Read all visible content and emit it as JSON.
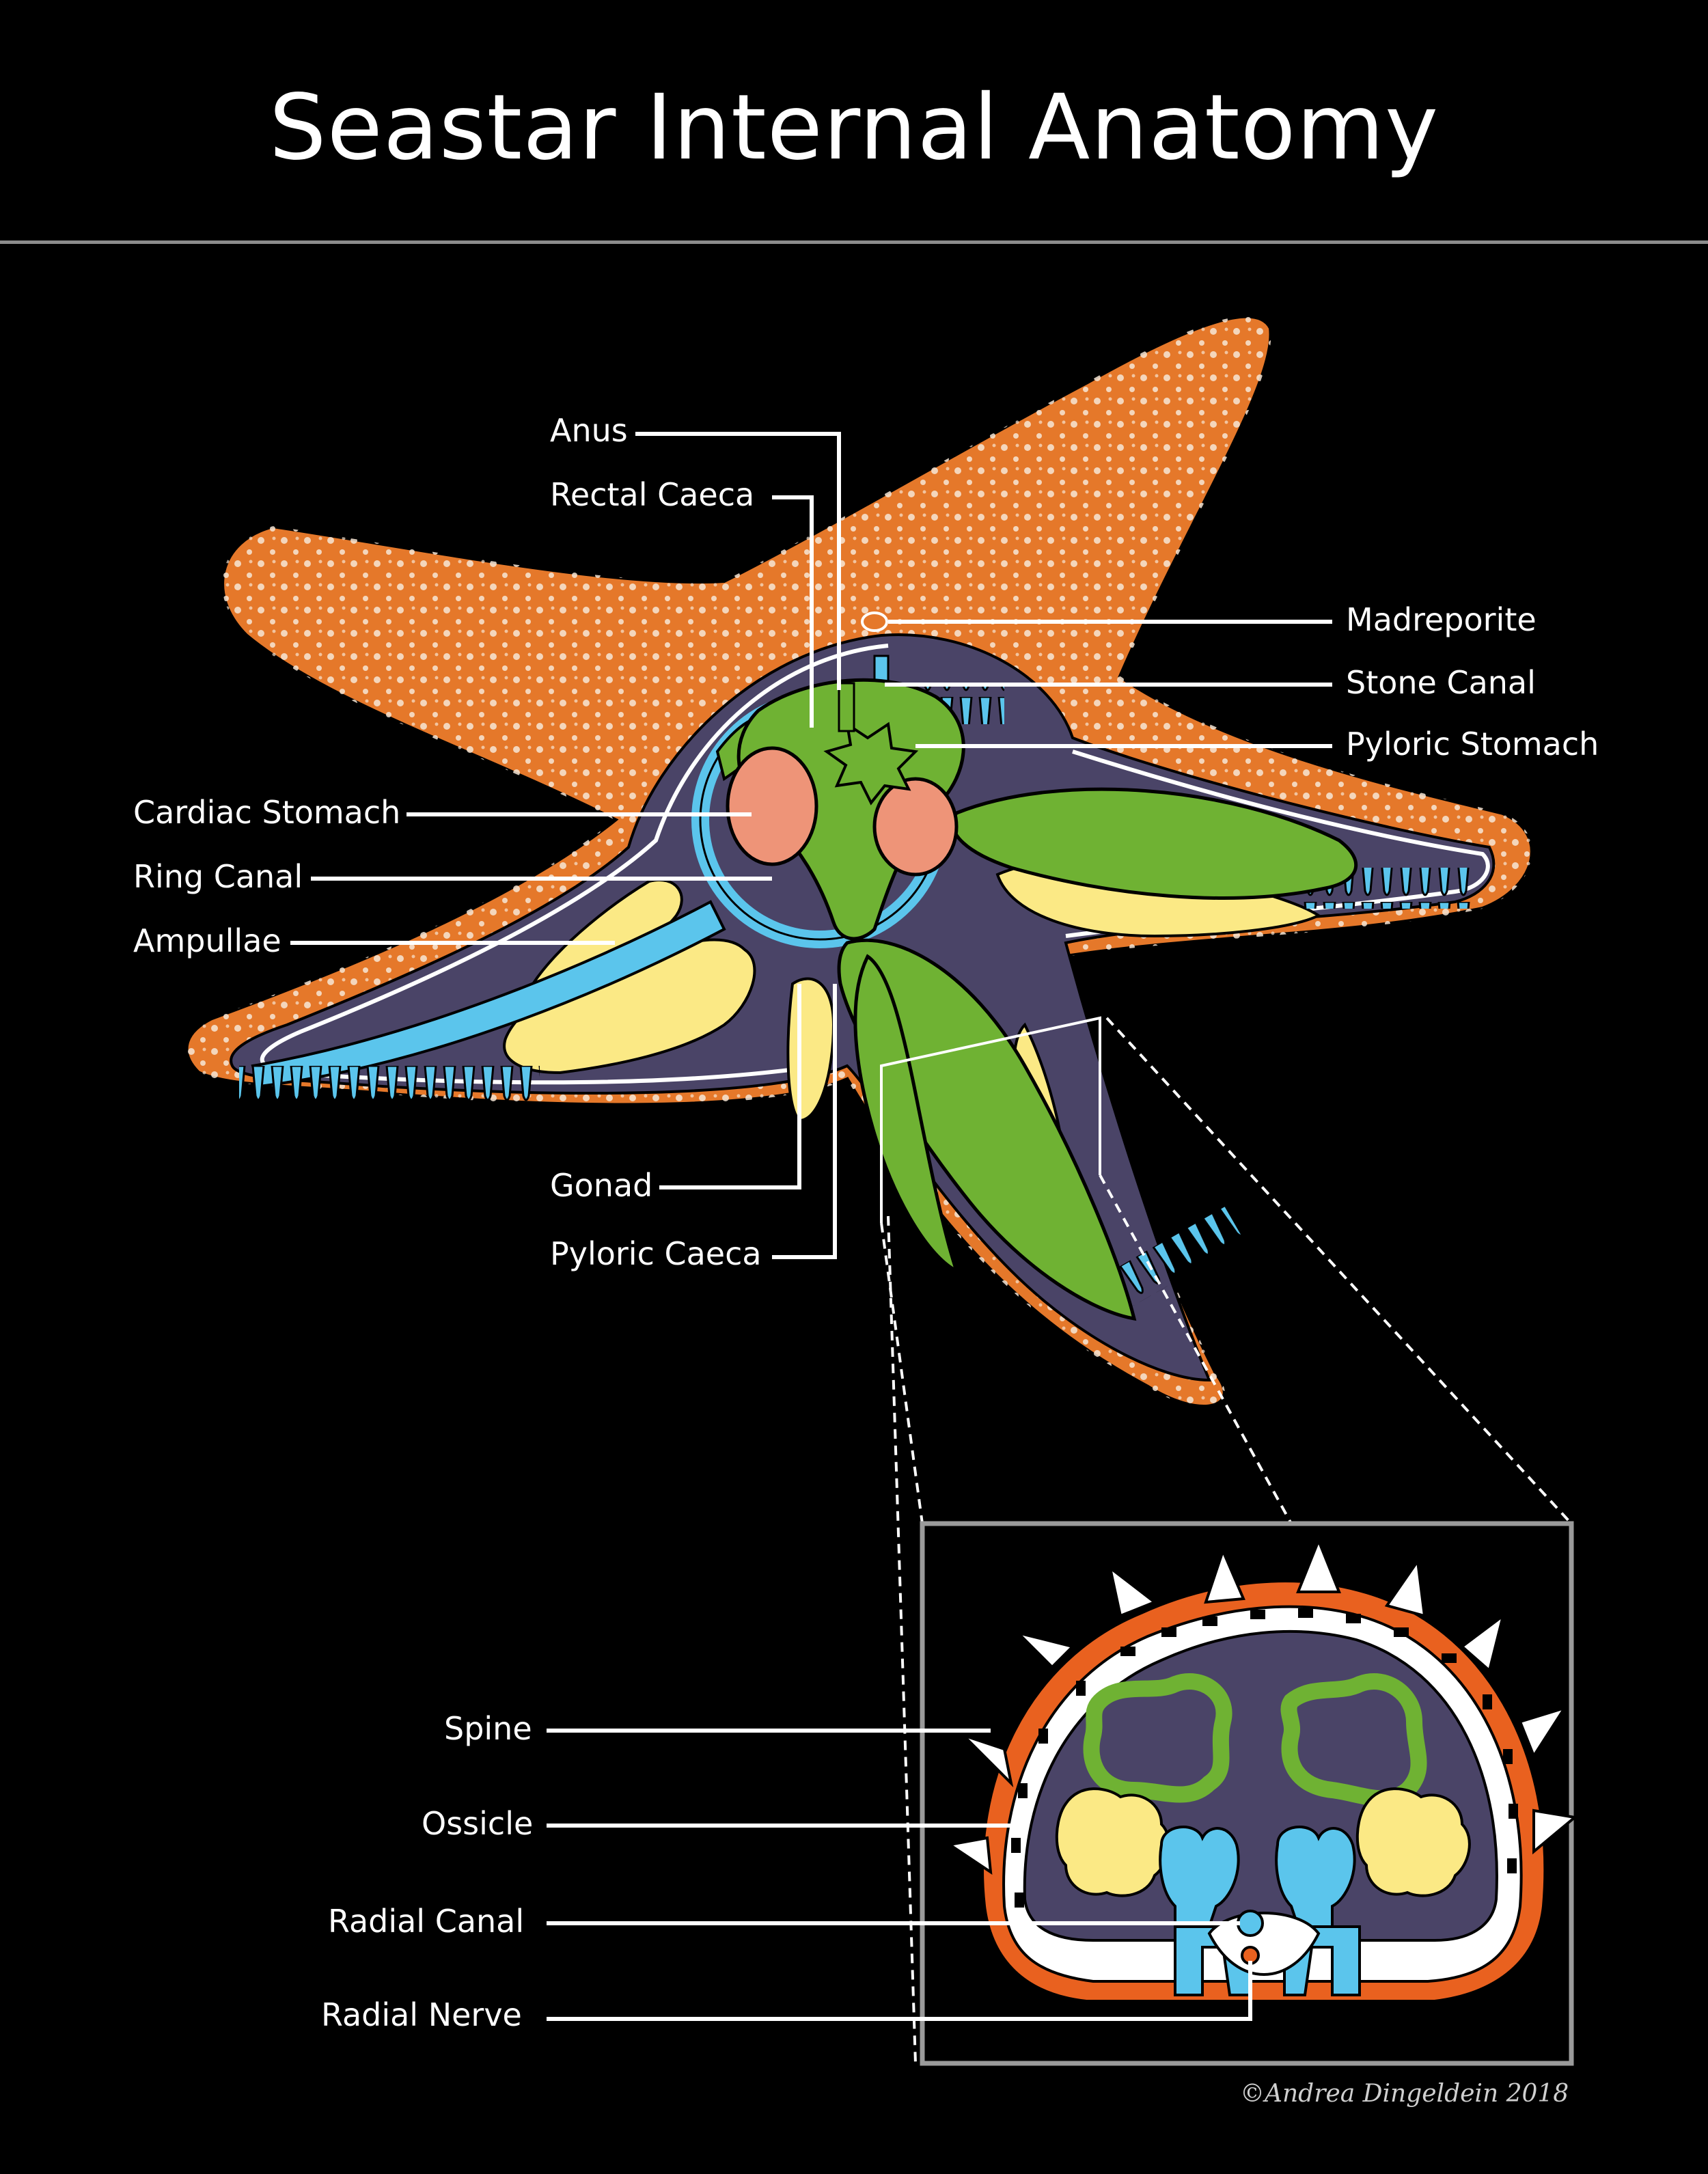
{
  "title": "Seastar Internal Anatomy",
  "labels": {
    "anus": "Anus",
    "rectal_caeca": "Rectal Caeca",
    "madreporite": "Madreporite",
    "stone_canal": "Stone Canal",
    "pyloric_stomach": "Pyloric Stomach",
    "cardiac_stomach": "Cardiac Stomach",
    "ring_canal": "Ring Canal",
    "ampullae": "Ampullae",
    "gonad": "Gonad",
    "pyloric_caeca": "Pyloric Caeca",
    "spine": "Spine",
    "ossicle": "Ossicle",
    "radial_canal": "Radial Canal",
    "radial_nerve": "Radial Nerve"
  },
  "credit": "©Andrea Dingeldein 2018",
  "colors": {
    "background": "#000000",
    "body_orange": "#e5782a",
    "dots": "#f7e7d6",
    "interior": "#4a4467",
    "water_vascular": "#5bc5ec",
    "gonad": "#fbe985",
    "digestive": "#6fb233",
    "cardiac_stomach": "#ee9478",
    "label_lines": "#ffffff"
  }
}
